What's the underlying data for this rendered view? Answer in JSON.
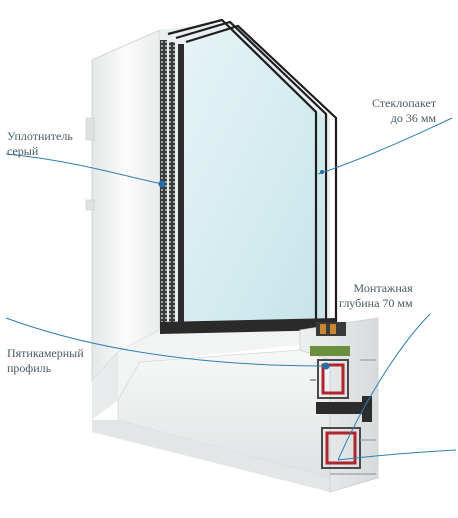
{
  "callouts": {
    "seal": {
      "line1": "Уплотнитель",
      "line2": "серый"
    },
    "glass_unit": {
      "line1": "Стеклопакет",
      "line2": "до 36 мм"
    },
    "mount_depth": {
      "line1": "Монтажная",
      "line2": "глубина 70 мм"
    },
    "profile": {
      "line1": "Пятикамерный",
      "line2": "профиль"
    }
  },
  "colors": {
    "callout_line": "#2f7fb5",
    "callout_dot": "#1f6fa8",
    "label_text": "#4a5a63",
    "frame_white": "#f4f5f5",
    "glass": "#dbeef2",
    "seal_dark": "#2a2a2a",
    "reinforcement_red": "#b0242b",
    "spacer_green": "#6b8f3c"
  },
  "icons": {
    "callout_marker": "dot-marker-icon"
  }
}
